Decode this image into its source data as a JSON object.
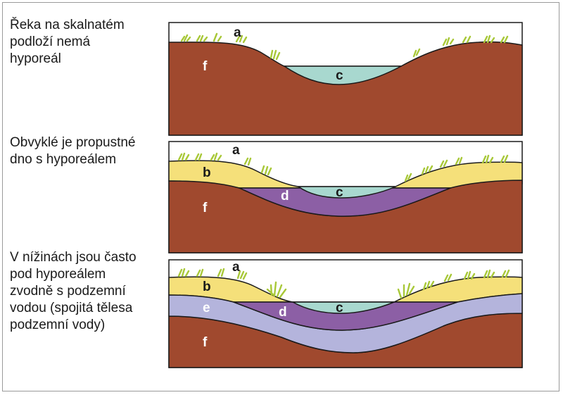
{
  "colors": {
    "frame": "#9a9a9a",
    "bedrock": "#a0492e",
    "soil": "#f5e07a",
    "water": "#a8d8cf",
    "hyporheic": "#8c5fa5",
    "groundwater": "#b4b4dc",
    "grass": "#a8c838",
    "outline": "#1a1a1a"
  },
  "panels": [
    {
      "caption_lines": [
        "Řeka na skalnatém",
        "podloží nemá",
        "hyporeál"
      ],
      "labels": {
        "a": "a",
        "c": "c",
        "f": "f"
      }
    },
    {
      "caption_lines": [
        "Obvyklé je propustné",
        "dno s hyporeálem"
      ],
      "labels": {
        "a": "a",
        "b": "b",
        "c": "c",
        "d": "d",
        "f": "f"
      }
    },
    {
      "caption_lines": [
        "V nížinách jsou často",
        "pod hyporeálem",
        "zvodně s podzemní",
        "vodou (spojitá tělesa",
        "podzemní vody)"
      ],
      "labels": {
        "a": "a",
        "b": "b",
        "c": "c",
        "d": "d",
        "e": "e",
        "f": "f"
      }
    }
  ]
}
